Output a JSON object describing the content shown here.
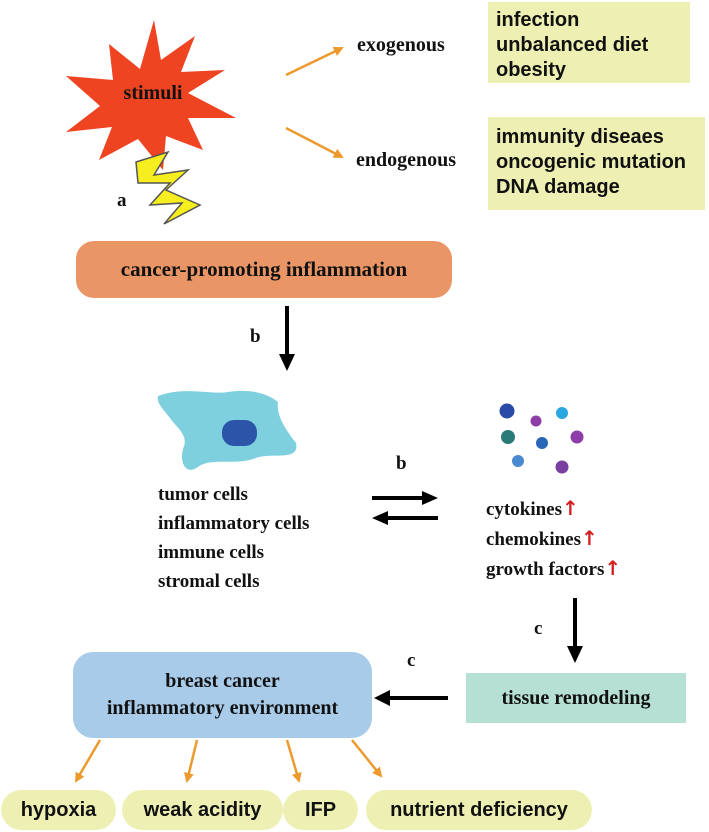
{
  "stimuli": {
    "label": "stimuli"
  },
  "branches": {
    "exogenous": "exogenous",
    "endogenous": "endogenous"
  },
  "exogenous_items": [
    "infection",
    "unbalanced diet",
    "obesity"
  ],
  "endogenous_items": [
    "immunity diseaes",
    "oncogenic mutation",
    "DNA damage"
  ],
  "labels": {
    "a": "a",
    "b1": "b",
    "b2": "b",
    "c1": "c",
    "c2": "c"
  },
  "inflammation": "cancer-promoting inflammation",
  "cells": [
    "tumor cells",
    "inflammatory cells",
    "immune cells",
    "stromal cells"
  ],
  "factors": [
    "cytokines",
    "chemokines",
    "growth factors"
  ],
  "up_arrow": "↑",
  "remodeling": "tissue remodeling",
  "environment": {
    "line1": "breast cancer",
    "line2": "inflammatory environment"
  },
  "outcomes": [
    "hypoxia",
    "weak acidity",
    "IFP",
    "nutrient deficiency"
  ],
  "colors": {
    "star": "#ee4422",
    "bolt": "#f6ee1e",
    "yellow_box": "#eef0b3",
    "inflammation_box": "#e99565",
    "environment_box": "#a7cbe9",
    "remodeling_box": "#b7e0d4",
    "outcome_pill": "#eef0b3",
    "orange_arrow": "#ec9a2e",
    "cell_body": "#7fd0de",
    "cell_nucleus": "#2b55a8"
  }
}
